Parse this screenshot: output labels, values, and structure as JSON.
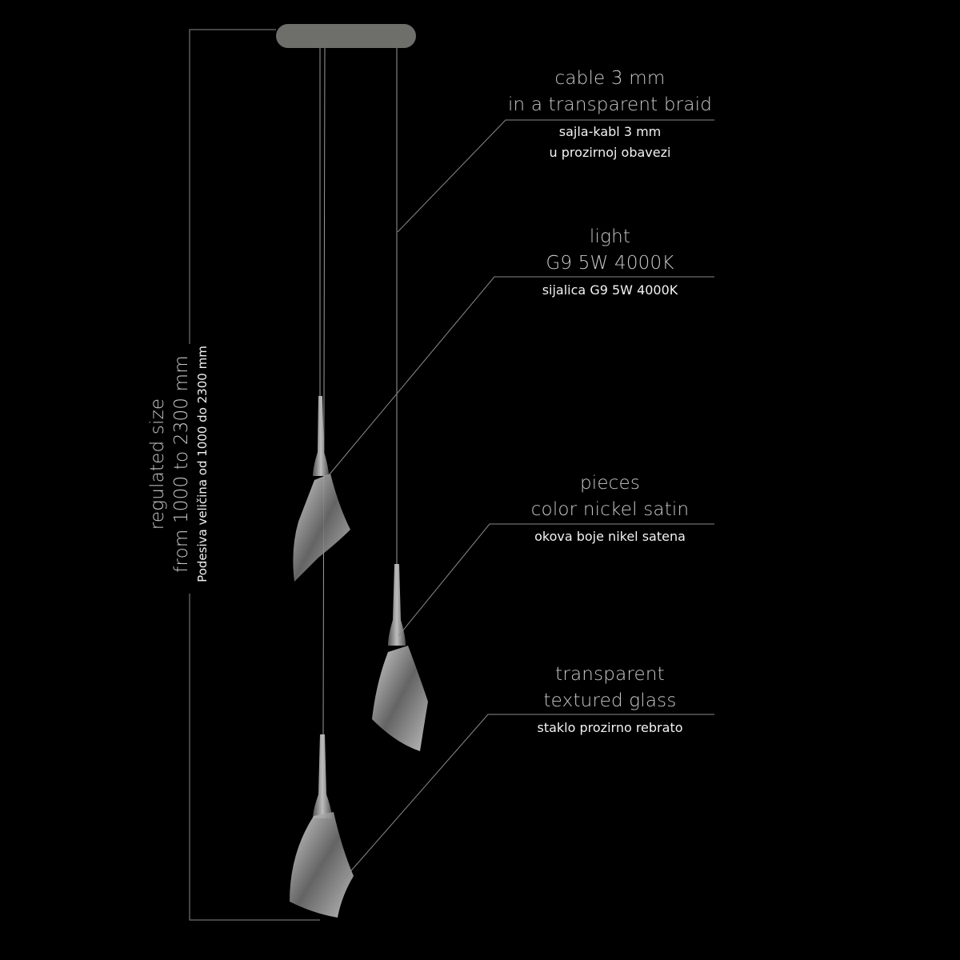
{
  "labels": [
    {
      "title": [
        "cable 3 mm",
        "in a transparent braid"
      ],
      "subtitle": [
        "sajla-kabl 3 mm",
        "u prozirnoj obavezi"
      ]
    },
    {
      "title": [
        "light",
        "G9 5W 4000K"
      ],
      "subtitle": [
        "sijalica G9 5W 4000K"
      ]
    },
    {
      "title": [
        "pieces",
        "color nickel satin"
      ],
      "subtitle": [
        "okova boje nikel satena"
      ]
    },
    {
      "title": [
        "transparent",
        "textured glass"
      ],
      "subtitle": [
        "staklo prozirno rebrato"
      ]
    }
  ],
  "dimension": {
    "title": [
      "regulated size",
      "from 1000 to 2300 mm"
    ],
    "subtitle": "Podesiva veličina od 1000 do 2300 mm"
  },
  "colors": {
    "background": "#000000",
    "line": "#8a8a8a",
    "canopy": "#6e6e6a"
  }
}
